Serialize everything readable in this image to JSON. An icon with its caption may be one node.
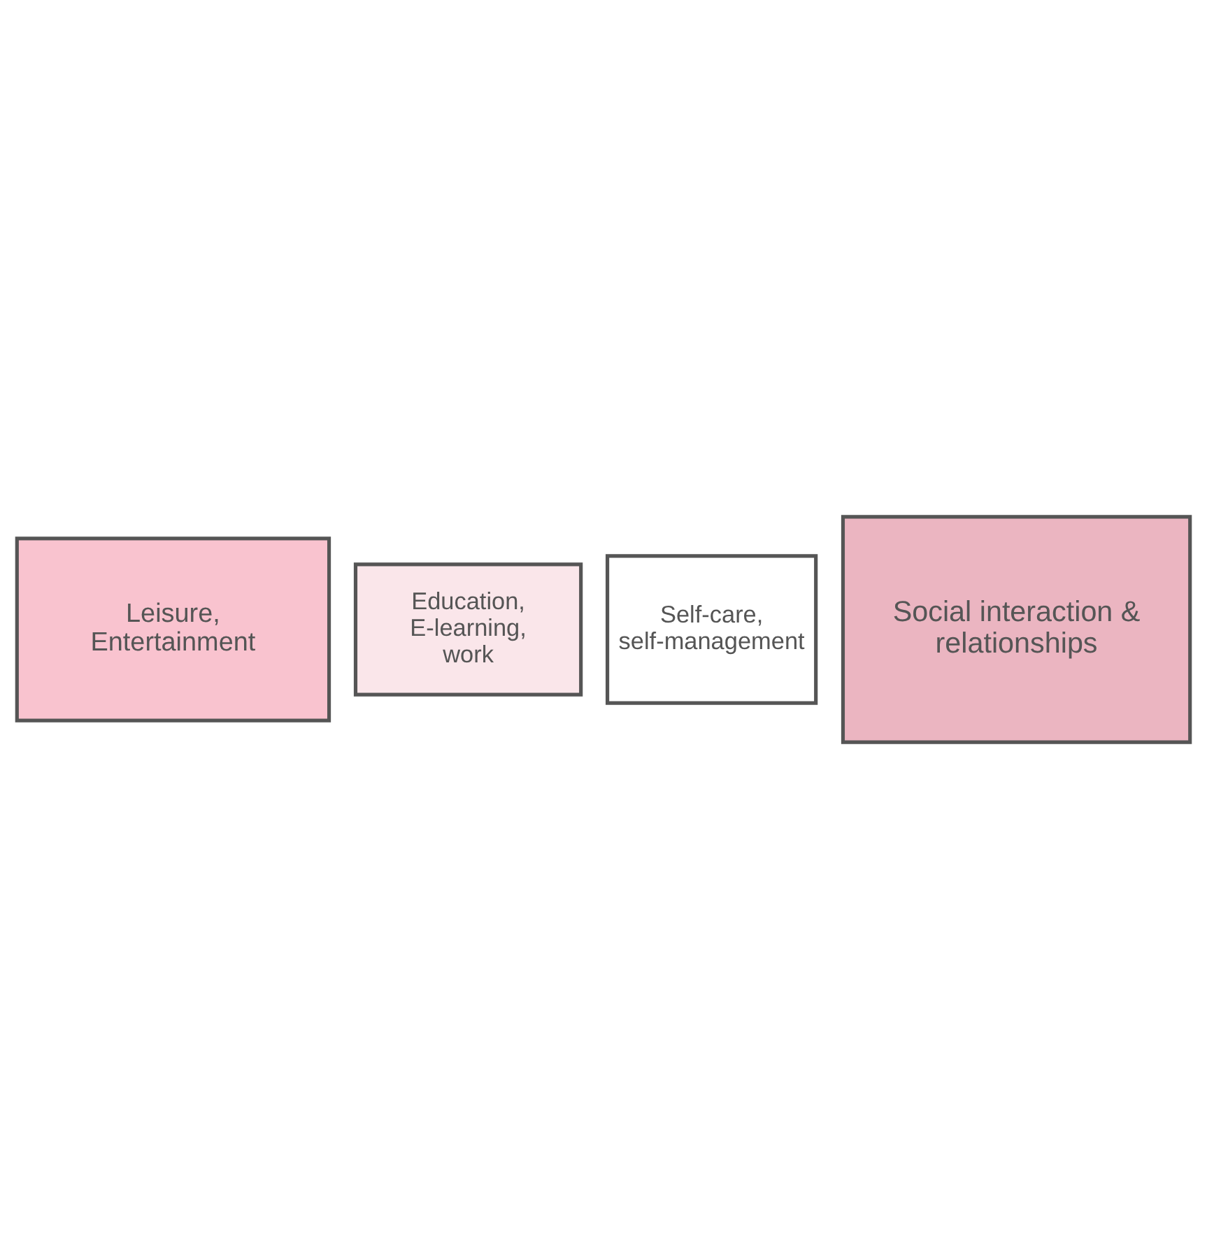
{
  "diagram": {
    "nodes": [
      {
        "text": [
          "Leisure, Entertainment"
        ]
      },
      {
        "text": [
          "Education, E-learning, work"
        ]
      },
      {
        "text": [
          "Self-care, self-management"
        ]
      },
      {
        "text": [
          "Social interaction & relationships"
        ]
      }
    ]
  }
}
